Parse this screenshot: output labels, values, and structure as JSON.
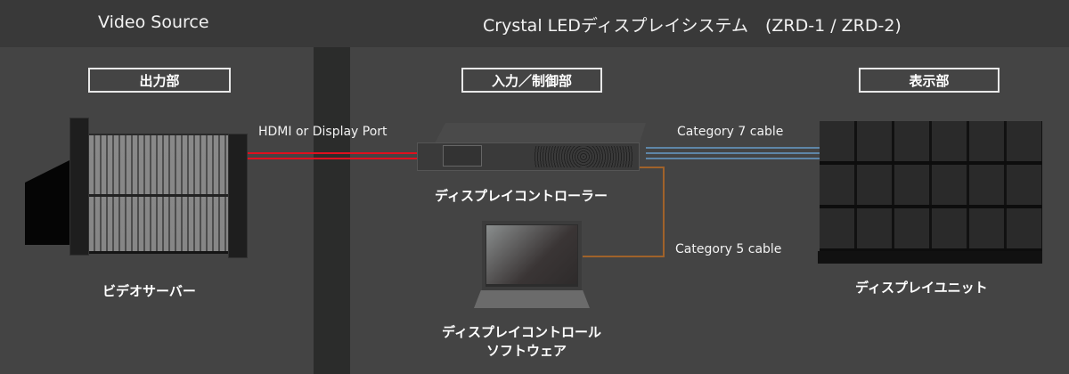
{
  "header": {
    "left_title": "Video Source",
    "right_title": "Crystal LEDディスプレイシステム　(ZRD-1 / ZRD-2)"
  },
  "sections": {
    "output": "出力部",
    "input_control": "入力／制御部",
    "display": "表示部"
  },
  "cables": {
    "hdmi": "HDMI or Display Port",
    "cat7": "Category 7 cable",
    "cat5": "Category 5 cable"
  },
  "devices": {
    "video_server": "ビデオサーバー",
    "controller": "ディスプレイコントローラー",
    "software_line1": "ディスプレイコントロール",
    "software_line2": "ソフトウェア",
    "display_unit": "ディスプレイユニット"
  },
  "colors": {
    "hdmi": "#e0101e",
    "cat7": "#5e86a8",
    "cat5": "#a0622a"
  }
}
